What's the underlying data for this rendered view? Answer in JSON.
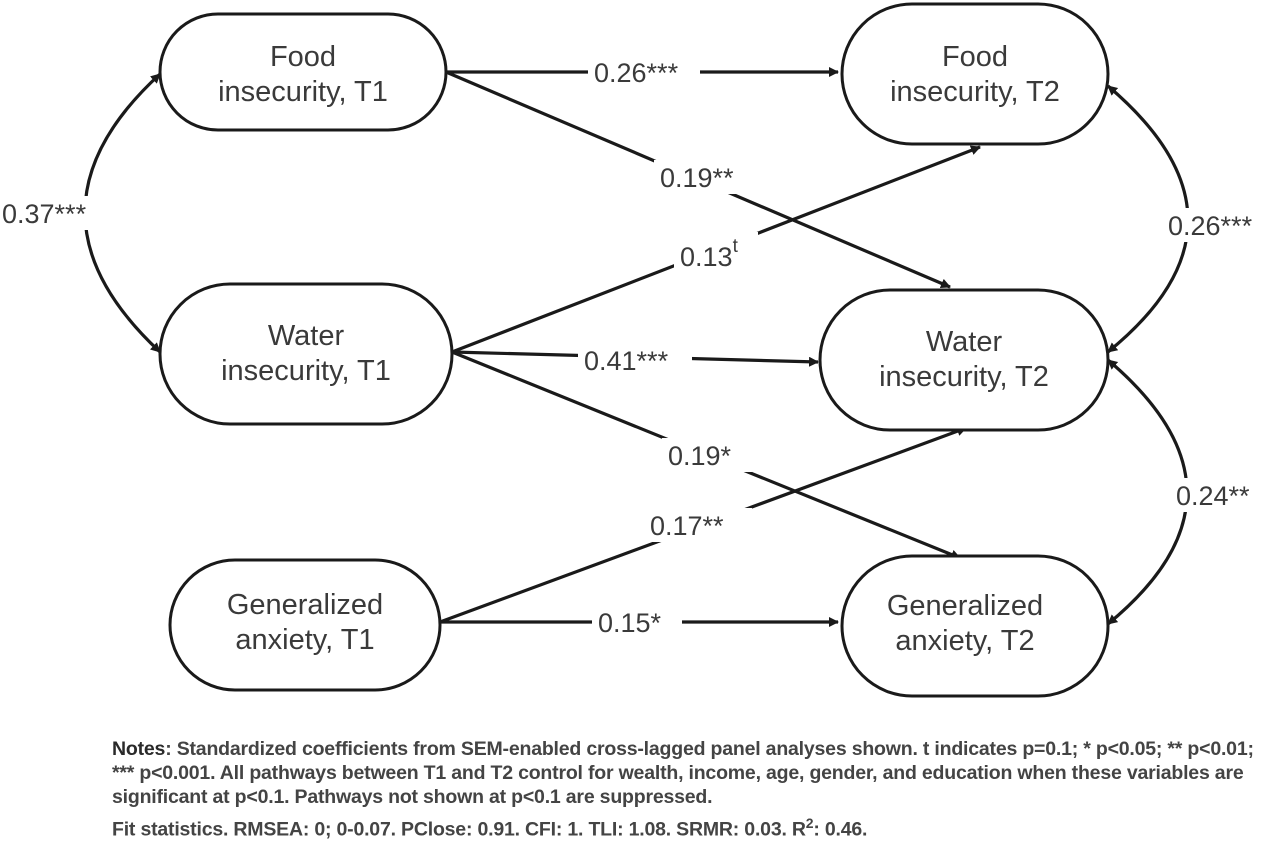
{
  "nodes": {
    "food_t1": [
      "Food",
      "insecurity, T1"
    ],
    "water_t1": [
      "Water",
      "insecurity, T1"
    ],
    "anxiety_t1": [
      "Generalized",
      "anxiety, T1"
    ],
    "food_t2": [
      "Food",
      "insecurity, T2"
    ],
    "water_t2": [
      "Water",
      "insecurity, T2"
    ],
    "anxiety_t2": [
      "Generalized",
      "anxiety, T2"
    ]
  },
  "paths": [
    {
      "from": "food_t1",
      "to": "food_t2",
      "label": "0.26***"
    },
    {
      "from": "food_t1",
      "to": "water_t2",
      "label": "0.19**"
    },
    {
      "from": "water_t1",
      "to": "food_t2",
      "label": "0.13",
      "sup": "t"
    },
    {
      "from": "water_t1",
      "to": "water_t2",
      "label": "0.41***"
    },
    {
      "from": "water_t1",
      "to": "anxiety_t2",
      "label": "0.19*"
    },
    {
      "from": "anxiety_t1",
      "to": "water_t2",
      "label": "0.17**"
    },
    {
      "from": "anxiety_t1",
      "to": "anxiety_t2",
      "label": "0.15*"
    }
  ],
  "covariances": [
    {
      "between": [
        "food_t1",
        "water_t1"
      ],
      "label": "0.37***"
    },
    {
      "between": [
        "food_t2",
        "water_t2"
      ],
      "label": "0.26***"
    },
    {
      "between": [
        "water_t2",
        "anxiety_t2"
      ],
      "label": "0.24**"
    }
  ],
  "notes": {
    "label": "Notes",
    "body": ": Standardized coefficients from SEM-enabled cross-lagged panel analyses shown. t indicates p=0.1; * p<0.05; ** p<0.01; *** p<0.001. All pathways between T1 and T2 control for wealth, income, age, gender, and education when these variables are significant at p<0.1. Pathways not shown at p<0.1 are suppressed.",
    "fit": "Fit statistics. RMSEA: 0; 0-0.07. PClose: 0.91. CFI: 1. TLI: 1.08. SRMR: 0.03. R",
    "fit_sup": "2",
    "fit_end": ": 0.46."
  }
}
